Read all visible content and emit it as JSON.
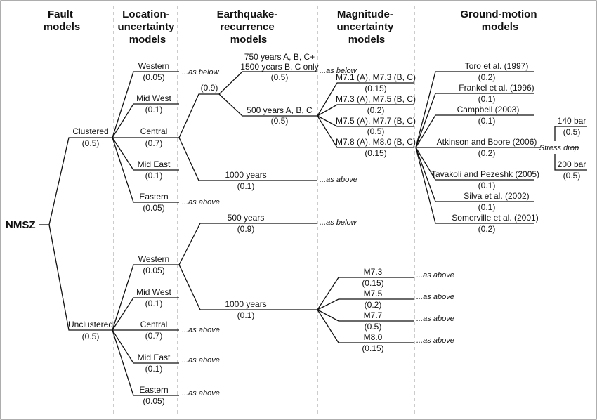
{
  "headers": {
    "fault": [
      "Fault",
      "models"
    ],
    "location": [
      "Location-",
      "uncertainty",
      "models"
    ],
    "recurrence": [
      "Earthquake-",
      "recurrence",
      "models"
    ],
    "magnitude": [
      "Magnitude-",
      "uncertainty",
      "models"
    ],
    "ground": [
      "Ground-motion",
      "models"
    ]
  },
  "root": "NMSZ",
  "fault": {
    "clustered": {
      "label": "Clustered",
      "weight": "(0.5)"
    },
    "unclustered": {
      "label": "Unclustered",
      "weight": "(0.5)"
    }
  },
  "location_clustered": [
    {
      "label": "Western",
      "weight": "(0.05)",
      "note": "...as below"
    },
    {
      "label": "Mid West",
      "weight": "(0.1)",
      "note": ""
    },
    {
      "label": "Central",
      "weight": "(0.7)",
      "note": ""
    },
    {
      "label": "Mid East",
      "weight": "(0.1)",
      "note": ""
    },
    {
      "label": "Eastern",
      "weight": "(0.05)",
      "note": "...as above"
    }
  ],
  "location_unclustered": [
    {
      "label": "Western",
      "weight": "(0.05)",
      "note": ""
    },
    {
      "label": "Mid West",
      "weight": "(0.1)",
      "note": ""
    },
    {
      "label": "Central",
      "weight": "(0.7)",
      "note": "...as above"
    },
    {
      "label": "Mid East",
      "weight": "(0.1)",
      "note": "...as above"
    },
    {
      "label": "Eastern",
      "weight": "(0.05)",
      "note": "...as above"
    }
  ],
  "recurrence_clustered": {
    "group_weight": "(0.9)",
    "items": [
      {
        "lines": [
          "750 years A, B, C+",
          "1500 years B, C only"
        ],
        "weight": "(0.5)",
        "note": "...as below"
      },
      {
        "lines": [
          "500 years A, B, C"
        ],
        "weight": "(0.5)",
        "note": ""
      },
      {
        "lines": [
          "1000 years"
        ],
        "weight": "(0.1)",
        "note": "...as above"
      }
    ]
  },
  "recurrence_unclustered": [
    {
      "label": "500 years",
      "weight": "(0.9)",
      "note": "...as below"
    },
    {
      "label": "1000 years",
      "weight": "(0.1)",
      "note": ""
    }
  ],
  "magnitude_clustered": [
    {
      "label": "M7.1 (A), M7.3 (B, C)",
      "weight": "(0.15)"
    },
    {
      "label": "M7.3 (A), M7.5 (B, C)",
      "weight": "(0.2)"
    },
    {
      "label": "M7.5 (A), M7.7 (B, C)",
      "weight": "(0.5)"
    },
    {
      "label": "M7.8 (A), M8.0 (B, C)",
      "weight": "(0.15)"
    }
  ],
  "magnitude_unclustered": [
    {
      "label": "M7.3",
      "weight": "(0.15)",
      "note": "...as above"
    },
    {
      "label": "M7.5",
      "weight": "(0.2)",
      "note": "...as above"
    },
    {
      "label": "M7.7",
      "weight": "(0.5)",
      "note": "...as above"
    },
    {
      "label": "M8.0",
      "weight": "(0.15)",
      "note": "...as above"
    }
  ],
  "ground_motion": [
    {
      "label": "Toro et al. (1997)",
      "weight": "(0.2)"
    },
    {
      "label": "Frankel et al. (1996)",
      "weight": "(0.1)"
    },
    {
      "label": "Campbell (2003)",
      "weight": "(0.1)"
    },
    {
      "label": "Atkinson and Boore (2006)",
      "weight": "(0.2)"
    },
    {
      "label": "Tavakoli and Pezeshk (2005)",
      "weight": "(0.1)"
    },
    {
      "label": "Silva et al. (2002)",
      "weight": "(0.1)"
    },
    {
      "label": "Somerville et al. (2001)",
      "weight": "(0.2)"
    }
  ],
  "stress_drop": {
    "label": "Stress drop",
    "items": [
      {
        "label": "140 bar",
        "weight": "(0.5)"
      },
      {
        "label": "200 bar",
        "weight": "(0.5)"
      }
    ]
  }
}
